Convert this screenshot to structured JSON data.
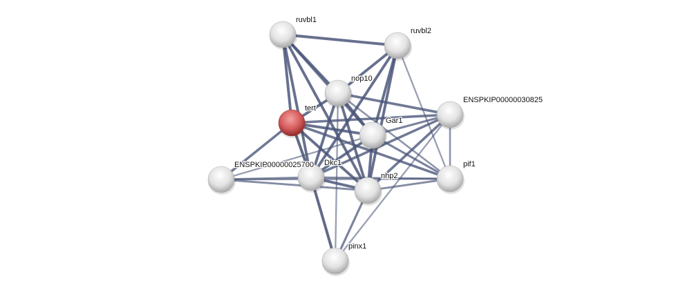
{
  "network": {
    "nodes": [
      {
        "id": "ruvbl1",
        "label": "ruvbl1",
        "query": false
      },
      {
        "id": "ruvbl2",
        "label": "ruvbl2",
        "query": false
      },
      {
        "id": "nop10",
        "label": "nop10",
        "query": false
      },
      {
        "id": "tert",
        "label": "tert",
        "query": true
      },
      {
        "id": "ens30825",
        "label": "ENSPKIP00000030825",
        "query": false
      },
      {
        "id": "gar1",
        "label": "Gar1",
        "query": false
      },
      {
        "id": "ens25700",
        "label": "ENSPKIP00000025700",
        "query": false
      },
      {
        "id": "dkc1",
        "label": "Dkc1",
        "query": false
      },
      {
        "id": "nhp2",
        "label": "nhp2",
        "query": false
      },
      {
        "id": "pif1",
        "label": "pif1",
        "query": false
      },
      {
        "id": "pinx1",
        "label": "pinx1",
        "query": false
      }
    ],
    "edges": [
      [
        "ruvbl1",
        "ruvbl2",
        0.9
      ],
      [
        "ruvbl1",
        "tert",
        0.9
      ],
      [
        "ruvbl1",
        "dkc1",
        0.9
      ],
      [
        "ruvbl1",
        "nop10",
        0.9
      ],
      [
        "ruvbl1",
        "nhp2",
        0.9
      ],
      [
        "ruvbl1",
        "gar1",
        0.8
      ],
      [
        "ruvbl2",
        "nop10",
        0.9
      ],
      [
        "ruvbl2",
        "dkc1",
        0.9
      ],
      [
        "ruvbl2",
        "nhp2",
        0.9
      ],
      [
        "ruvbl2",
        "gar1",
        0.9
      ],
      [
        "ruvbl2",
        "pif1",
        0.4
      ],
      [
        "nop10",
        "tert",
        0.9
      ],
      [
        "nop10",
        "dkc1",
        0.9
      ],
      [
        "nop10",
        "nhp2",
        0.9
      ],
      [
        "nop10",
        "gar1",
        0.9
      ],
      [
        "nop10",
        "ens30825",
        0.8
      ],
      [
        "nop10",
        "pif1",
        0.5
      ],
      [
        "nop10",
        "pinx1",
        0.4
      ],
      [
        "tert",
        "gar1",
        0.9
      ],
      [
        "tert",
        "ens30825",
        0.8
      ],
      [
        "tert",
        "ens25700",
        0.8
      ],
      [
        "tert",
        "dkc1",
        0.95
      ],
      [
        "tert",
        "nhp2",
        0.9
      ],
      [
        "tert",
        "pif1",
        0.8
      ],
      [
        "gar1",
        "dkc1",
        0.9
      ],
      [
        "gar1",
        "nhp2",
        0.9
      ],
      [
        "gar1",
        "pif1",
        0.7
      ],
      [
        "gar1",
        "ens30825",
        0.7
      ],
      [
        "gar1",
        "ens25700",
        0.4
      ],
      [
        "ens30825",
        "dkc1",
        0.8
      ],
      [
        "ens30825",
        "nhp2",
        0.8
      ],
      [
        "ens30825",
        "pif1",
        0.5
      ],
      [
        "ens30825",
        "pinx1",
        0.4
      ],
      [
        "ens25700",
        "dkc1",
        0.6
      ],
      [
        "ens25700",
        "nhp2",
        0.6
      ],
      [
        "ens25700",
        "pif1",
        0.5
      ],
      [
        "dkc1",
        "nhp2",
        0.9
      ],
      [
        "dkc1",
        "pinx1",
        0.95
      ],
      [
        "dkc1",
        "pif1",
        0.6
      ],
      [
        "nhp2",
        "pinx1",
        0.7
      ],
      [
        "nhp2",
        "pif1",
        0.6
      ]
    ]
  },
  "colors": {
    "edge": "#4a5578",
    "query_node": "#d45a5a",
    "node": "#e4e4e4",
    "background": "#ffffff"
  }
}
